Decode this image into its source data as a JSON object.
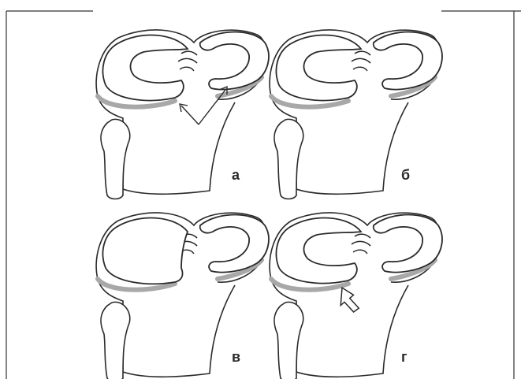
{
  "panels": [
    {
      "id": "a",
      "label": "а"
    },
    {
      "id": "b",
      "label": "б"
    },
    {
      "id": "v",
      "label": "в"
    },
    {
      "id": "g",
      "label": "г"
    }
  ],
  "colors": {
    "stroke": "#2a2a2a",
    "meniscus_rim": "#a8a8a8",
    "frame": "#333333",
    "background": "#ffffff"
  }
}
